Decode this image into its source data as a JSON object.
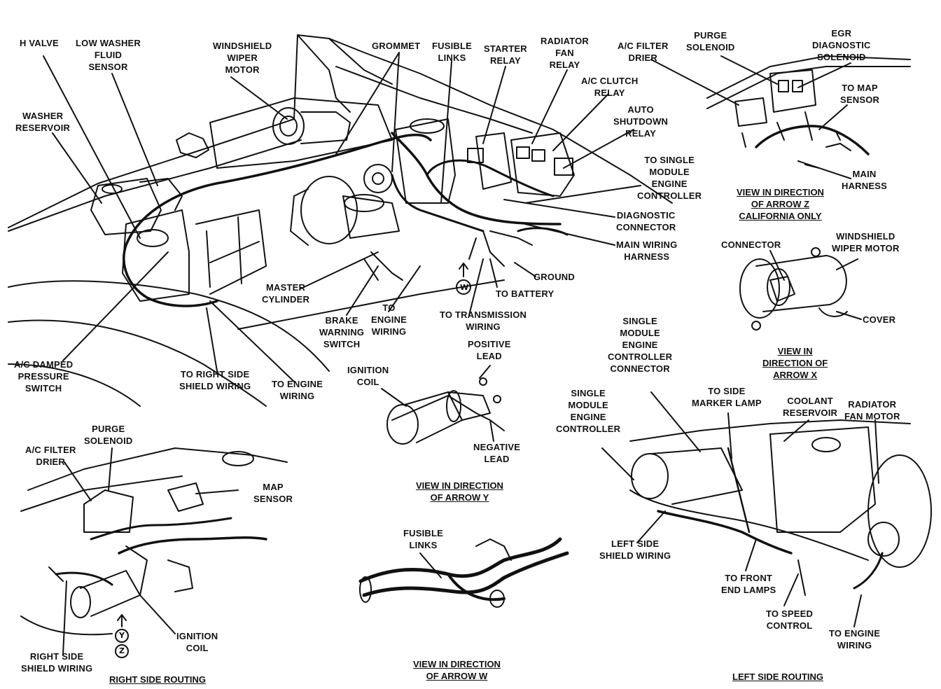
{
  "labels": {
    "h_valve": "H VALVE",
    "low_washer_fluid_sensor": "LOW WASHER\nFLUID\nSENSOR",
    "windshield_wiper_motor": "WINDSHIELD\nWIPER\nMOTOR",
    "washer_reservoir": "WASHER\nRESERVOIR",
    "grommet": "GROMMET",
    "fusible_links": "FUSIBLE\nLINKS",
    "starter_relay": "STARTER\nRELAY",
    "radiator_fan_relay": "RADIATOR\nFAN\nRELAY",
    "ac_clutch_relay": "A/C CLUTCH\nRELAY",
    "auto_shutdown_relay": "AUTO\nSHUTDOWN\nRELAY",
    "to_single_module_engine_controller": "TO SINGLE\nMODULE\nENGINE\nCONTROLLER",
    "diagnostic_connector": "DIAGNOSTIC\nCONNECTOR",
    "main_wiring_harness": "MAIN WIRING\nHARNESS",
    "ground": "GROUND",
    "to_battery": "TO BATTERY",
    "master_cylinder": "MASTER\nCYLINDER",
    "brake_warning_switch": "BRAKE\nWARNING\nSWITCH",
    "to_engine_wiring_center": "TO\nENGINE\nWIRING",
    "to_transmission_wiring": "TO TRANSMISSION\nWIRING",
    "ac_damped_pressure_switch": "A/C DAMPED\nPRESSURE\nSWITCH",
    "to_right_side_shield_wiring": "TO RIGHT SIDE\nSHIELD WIRING",
    "to_engine_wiring_left": "TO ENGINE\nWIRING",
    "ac_filter_drier_top": "A/C FILTER\nDRIER",
    "purge_solenoid_top": "PURGE\nSOLENOID",
    "egr_diagnostic_solenoid": "EGR\nDIAGNOSTIC\nSOLENOID",
    "to_map_sensor": "TO MAP\nSENSOR",
    "main_harness": "MAIN\nHARNESS",
    "connector": "CONNECTOR",
    "windshield_wiper_motor_x": "WINDSHIELD\nWIPER MOTOR",
    "cover": "COVER",
    "ignition_coil_y": "IGNITION\nCOIL",
    "positive_lead": "POSITIVE\nLEAD",
    "negative_lead": "NEGATIVE\nLEAD",
    "single_module_engine_controller_connector": "SINGLE\nMODULE\nENGINE\nCONTROLLER\nCONNECTOR",
    "single_module_engine_controller": "SINGLE\nMODULE\nENGINE\nCONTROLLER",
    "to_side_marker_lamp": "TO SIDE\nMARKER LAMP",
    "coolant_reservoir": "COOLANT\nRESERVOIR",
    "radiator_fan_motor": "RADIATOR\nFAN MOTOR",
    "left_side_shield_wiring": "LEFT SIDE\nSHIELD WIRING",
    "to_front_end_lamps": "TO FRONT\nEND LAMPS",
    "to_speed_control": "TO SPEED\nCONTROL",
    "to_engine_wiring_right": "TO ENGINE\nWIRING",
    "purge_solenoid_rs": "PURGE\nSOLENOID",
    "ac_filter_drier_rs": "A/C FILTER\nDRIER",
    "map_sensor": "MAP\nSENSOR",
    "ignition_coil_rs": "IGNITION\nCOIL",
    "right_side_shield_wiring": "RIGHT SIDE\nSHIELD WIRING",
    "fusible_links_w": "FUSIBLE\nLINKS"
  },
  "captions": {
    "view_z": "VIEW IN DIRECTION\nOF ARROW Z\nCALIFORNIA ONLY",
    "view_x": "VIEW IN\nDIRECTION OF\nARROW X",
    "view_y": "VIEW IN DIRECTION\nOF ARROW Y",
    "view_w": "VIEW IN DIRECTION\nOF ARROW W",
    "right_side_routing": "RIGHT SIDE ROUTING",
    "left_side_routing": "LEFT SIDE ROUTING"
  },
  "arrow_letters": {
    "w": "W",
    "y": "Y",
    "z": "Z"
  },
  "colors": {
    "ink": "#111111",
    "paper": "#ffffff"
  }
}
